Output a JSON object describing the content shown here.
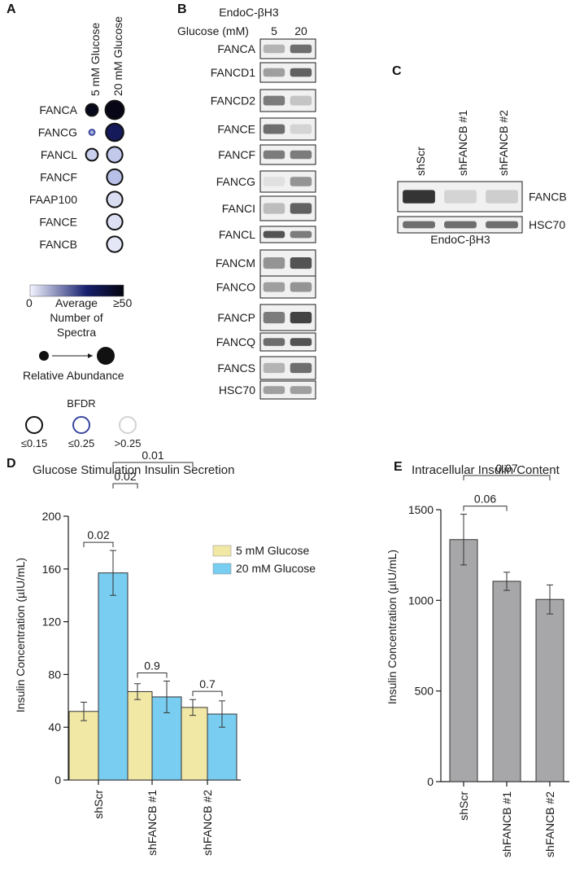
{
  "panels": {
    "a": "A",
    "b": "B",
    "c": "C",
    "d": "D",
    "e": "E"
  },
  "panel_a": {
    "columns": [
      "5 mM Glucose",
      "20 mM Glucose"
    ],
    "proteins": [
      {
        "name": "FANCA",
        "values": [
          {
            "size": 0.62,
            "color": "#08081c",
            "bfdr": "high"
          },
          {
            "size": 0.95,
            "color": "#060616",
            "bfdr": "high"
          }
        ]
      },
      {
        "name": "FANCG",
        "values": [
          {
            "size": 0.28,
            "color": "#aab3dc",
            "bfdr": "mid"
          },
          {
            "size": 0.9,
            "color": "#141a5a",
            "bfdr": "high"
          }
        ]
      },
      {
        "name": "FANCL",
        "values": [
          {
            "size": 0.62,
            "color": "#c9cfec",
            "bfdr": "high"
          },
          {
            "size": 0.8,
            "color": "#c3c9eb",
            "bfdr": "high"
          }
        ]
      },
      {
        "name": "FANCF",
        "values": [
          null,
          {
            "size": 0.8,
            "color": "#b9c0e7",
            "bfdr": "high"
          }
        ]
      },
      {
        "name": "FAAP100",
        "values": [
          null,
          {
            "size": 0.8,
            "color": "#d9ddf2",
            "bfdr": "high"
          }
        ]
      },
      {
        "name": "FANCE",
        "values": [
          null,
          {
            "size": 0.8,
            "color": "#dde0f3",
            "bfdr": "high"
          }
        ]
      },
      {
        "name": "FANCB",
        "values": [
          null,
          {
            "size": 0.8,
            "color": "#e4e7f6",
            "bfdr": "high"
          }
        ]
      }
    ],
    "colorbar": {
      "min_label": "0",
      "max_label": "≥50",
      "title_lines": [
        "Average",
        "Number of",
        "Spectra"
      ],
      "colors": [
        "#f4f5ff",
        "#17206e",
        "#05050f"
      ]
    },
    "abundance_label": "Relative Abundance",
    "bfdr_title": "BFDR",
    "bfdr_levels": [
      {
        "label": "≤0.15",
        "color": "#111111"
      },
      {
        "label": "≤0.25",
        "color": "#3a47a0"
      },
      {
        "label": ">0.25",
        "color": "#d2d2d2"
      }
    ]
  },
  "panel_b": {
    "title": "EndoC-βH3",
    "glucose_label": "Glucose (mM)",
    "lanes": [
      "5",
      "20"
    ],
    "blots": [
      {
        "name": "FANCA",
        "int": [
          0.45,
          0.75
        ]
      },
      {
        "name": "FANCD1",
        "int": [
          0.55,
          0.8
        ]
      },
      {
        "name": "FANCD2",
        "int": [
          0.7,
          0.35
        ]
      },
      {
        "name": "FANCE",
        "int": [
          0.75,
          0.25
        ]
      },
      {
        "name": "FANCF",
        "int": [
          0.7,
          0.7
        ]
      },
      {
        "name": "FANCG",
        "int": [
          0.15,
          0.6
        ]
      },
      {
        "name": "FANCI",
        "int": [
          0.4,
          0.8
        ]
      },
      {
        "name": "FANCL",
        "int": [
          0.85,
          0.7
        ]
      },
      {
        "name": "FANCM",
        "int": [
          0.6,
          0.85
        ]
      },
      {
        "name": "FANCO",
        "int": [
          0.55,
          0.6
        ]
      },
      {
        "name": "FANCP",
        "int": [
          0.7,
          0.9
        ]
      },
      {
        "name": "FANCQ",
        "int": [
          0.75,
          0.85
        ]
      },
      {
        "name": "FANCS",
        "int": [
          0.45,
          0.75
        ]
      },
      {
        "name": "HSC70",
        "int": [
          0.55,
          0.55
        ]
      }
    ]
  },
  "panel_c": {
    "lanes": [
      "shScr",
      "shFANCB #1",
      "shFANCB #2"
    ],
    "blots": [
      {
        "name": "FANCB",
        "int": [
          0.95,
          0.25,
          0.3
        ]
      },
      {
        "name": "HSC70",
        "int": [
          0.75,
          0.75,
          0.75
        ]
      }
    ],
    "caption": "EndoC-βH3"
  },
  "chart_data": [
    {
      "type": "bar",
      "title": "Glucose Stimulation Insulin Secretion",
      "ylabel": "Insulin Concentration (µIU/mL)",
      "categories": [
        "shScr",
        "shFANCB #1",
        "shFANCB #2"
      ],
      "series": [
        {
          "name": "5 mM Glucose",
          "color": "#f2e8a6",
          "values": [
            52,
            67,
            55
          ],
          "errors": [
            7,
            6,
            6
          ]
        },
        {
          "name": "20 mM Glucose",
          "color": "#78cdf0",
          "values": [
            157,
            63,
            50
          ],
          "errors": [
            17,
            12,
            10
          ]
        }
      ],
      "ylim": [
        0,
        200
      ],
      "yticks": [
        0,
        40,
        80,
        120,
        160,
        200
      ],
      "legend": "right",
      "annotations": [
        {
          "label": "0.02",
          "from": [
            0,
            0
          ],
          "to": [
            0,
            1
          ],
          "level": 0
        },
        {
          "label": "0.02",
          "from": [
            0,
            1
          ],
          "to": [
            1,
            0
          ],
          "level": 1
        },
        {
          "label": "0.01",
          "from": [
            0,
            1
          ],
          "to": [
            2,
            0
          ],
          "level": 2
        },
        {
          "label": "0.9",
          "from": [
            1,
            0
          ],
          "to": [
            1,
            1
          ],
          "level": 0
        },
        {
          "label": "0.7",
          "from": [
            2,
            0
          ],
          "to": [
            2,
            1
          ],
          "level": 0
        }
      ]
    },
    {
      "type": "bar",
      "title": "Intracellular Insulin Content",
      "ylabel": "Insulin Concentration (µIU/mL)",
      "categories": [
        "shScr",
        "shFANCB #1",
        "shFANCB #2"
      ],
      "series": [
        {
          "name": "",
          "color": "#a7a7aa",
          "values": [
            1335,
            1105,
            1005
          ],
          "errors": [
            140,
            50,
            80
          ]
        }
      ],
      "ylim": [
        0,
        1500
      ],
      "yticks": [
        0,
        500,
        1000,
        1500
      ],
      "annotations": [
        {
          "label": "0.06",
          "from": [
            0,
            0
          ],
          "to": [
            1,
            0
          ],
          "level": 0
        },
        {
          "label": "0.07",
          "from": [
            0,
            0
          ],
          "to": [
            2,
            0
          ],
          "level": 1
        }
      ]
    }
  ]
}
